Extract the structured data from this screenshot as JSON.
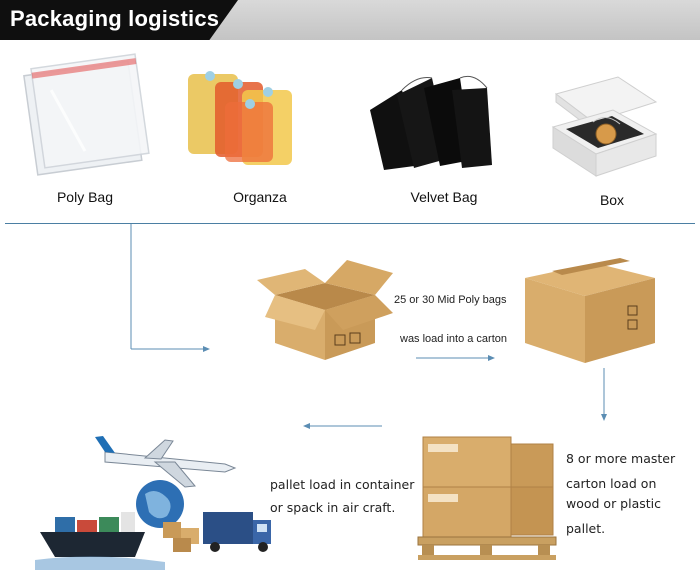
{
  "header": {
    "title": "Packaging logistics"
  },
  "packaging_options": [
    {
      "label": "Poly Bag",
      "icon": "poly-bag"
    },
    {
      "label": "Organza",
      "icon": "organza-bags"
    },
    {
      "label": "Velvet Bag",
      "icon": "velvet-bags"
    },
    {
      "label": "Box",
      "icon": "jewelry-box"
    }
  ],
  "steps": {
    "carton_line1": "25 or 30 Mid Poly bags",
    "carton_line2": "was load into a carton",
    "pallet_line1": "8 or more master",
    "pallet_line2": "carton load on",
    "pallet_line3": "wood or plastic",
    "pallet_line4": "pallet.",
    "ship_line1": "pallet load in container",
    "ship_line2": "or spack in air craft."
  },
  "colors": {
    "accent": "#5b8db3",
    "header_dark": "#0f0f0f",
    "header_band": "#cfcfcf",
    "carton": "#d4a766"
  }
}
